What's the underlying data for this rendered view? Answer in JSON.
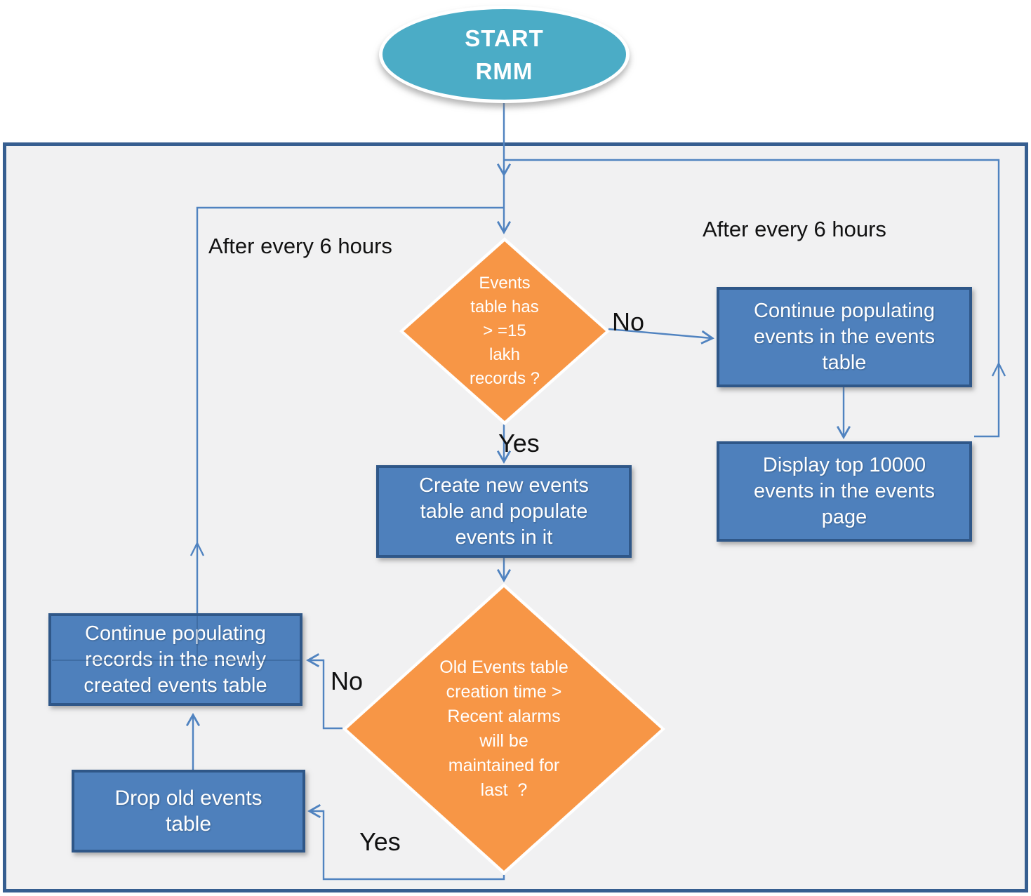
{
  "title": "RMM events table maintenance flowchart",
  "colors": {
    "process_fill": "#4E80BC",
    "process_border": "#2F5788",
    "decision_fill": "#F79646",
    "start_fill": "#4BACC6",
    "connector": "#5083C0",
    "canvas_bg": "#F1F1F2",
    "canvas_border": "#365E90",
    "shape_text": "#FFFFFF",
    "label_text": "#111111"
  },
  "start": {
    "lines": [
      "START",
      "RMM"
    ]
  },
  "labels": {
    "after_left": "After every 6 hours",
    "after_right": "After every 6 hours",
    "decision1_no": "No",
    "decision1_yes": "Yes",
    "decision2_no": "No",
    "decision2_yes": "Yes"
  },
  "decision1": {
    "lines": [
      "Events",
      "table has",
      "> =15",
      "lakh",
      "records ?"
    ]
  },
  "decision2": {
    "lines": [
      "Old Events table",
      "creation time >",
      "Recent alarms",
      "will be",
      "maintained for",
      "last  ?"
    ]
  },
  "process": {
    "continue_events": {
      "lines": [
        "Continue populating",
        "events in the events",
        "table"
      ]
    },
    "display_top": {
      "lines": [
        "Display top 10000",
        "events in the events",
        "page"
      ]
    },
    "create_new": {
      "lines": [
        "Create new events",
        "table and populate",
        "events in it"
      ]
    },
    "continue_records": {
      "lines": [
        "Continue populating",
        "records in the newly",
        "created events table"
      ]
    },
    "drop_old": {
      "lines": [
        "Drop old events",
        "table"
      ]
    }
  }
}
